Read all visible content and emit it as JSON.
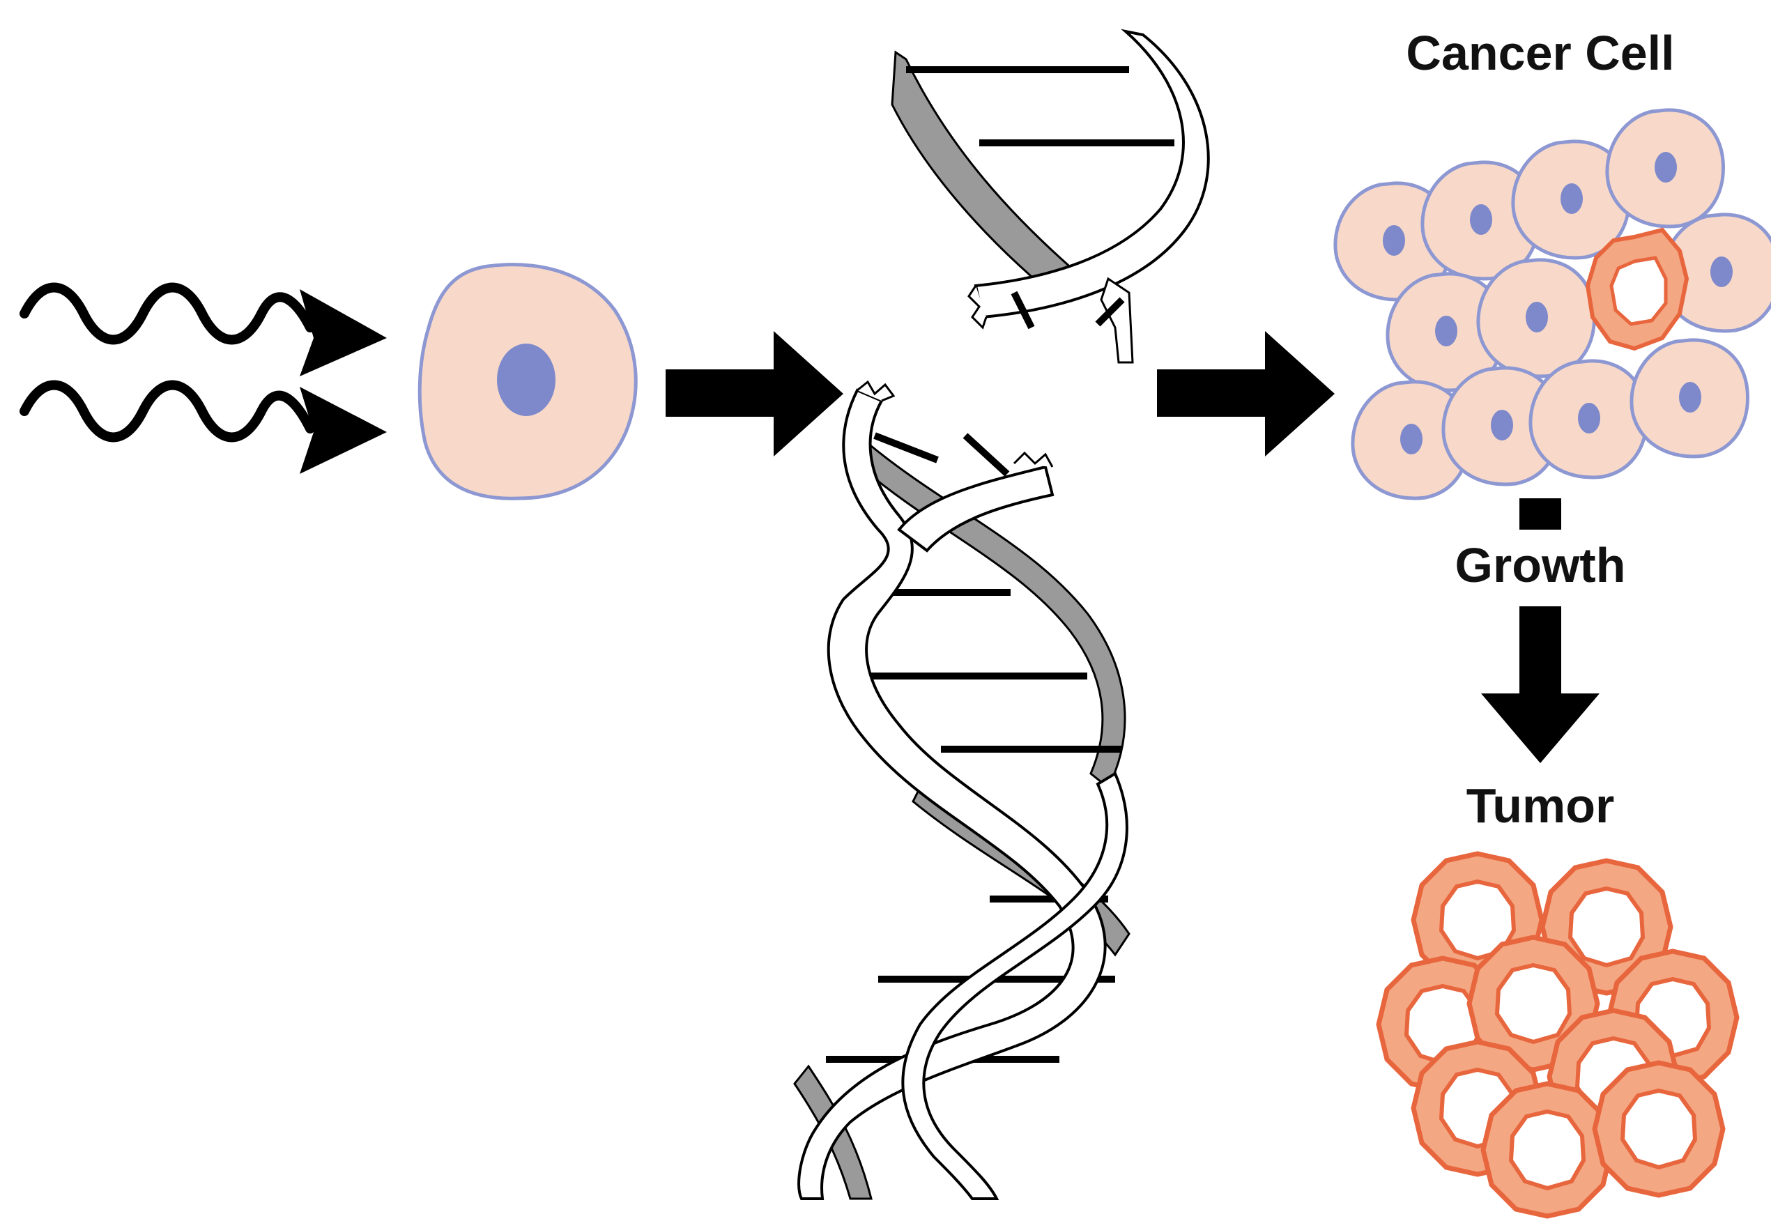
{
  "labels": {
    "cancer_cell": "Cancer Cell",
    "growth": "Growth",
    "tumor": "Tumor"
  },
  "colors": {
    "cell_fill": "#f8d9c9",
    "cell_outline": "#8d97d2",
    "nucleus": "#7e89cb",
    "tumor_outline": "#e8663d",
    "tumor_fill": "#f3a782",
    "dna_back_strand": "#9a9a9a",
    "dna_front_strand": "#ffffff",
    "ink": "#000000"
  },
  "icons": {
    "radiation": "wavy-radiation-arrows",
    "normal_cell": "cell-with-nucleus",
    "dna": "broken-dna-double-helix",
    "cluster": "cancer-cell-cluster",
    "tumor": "tumor-cell-mass"
  }
}
